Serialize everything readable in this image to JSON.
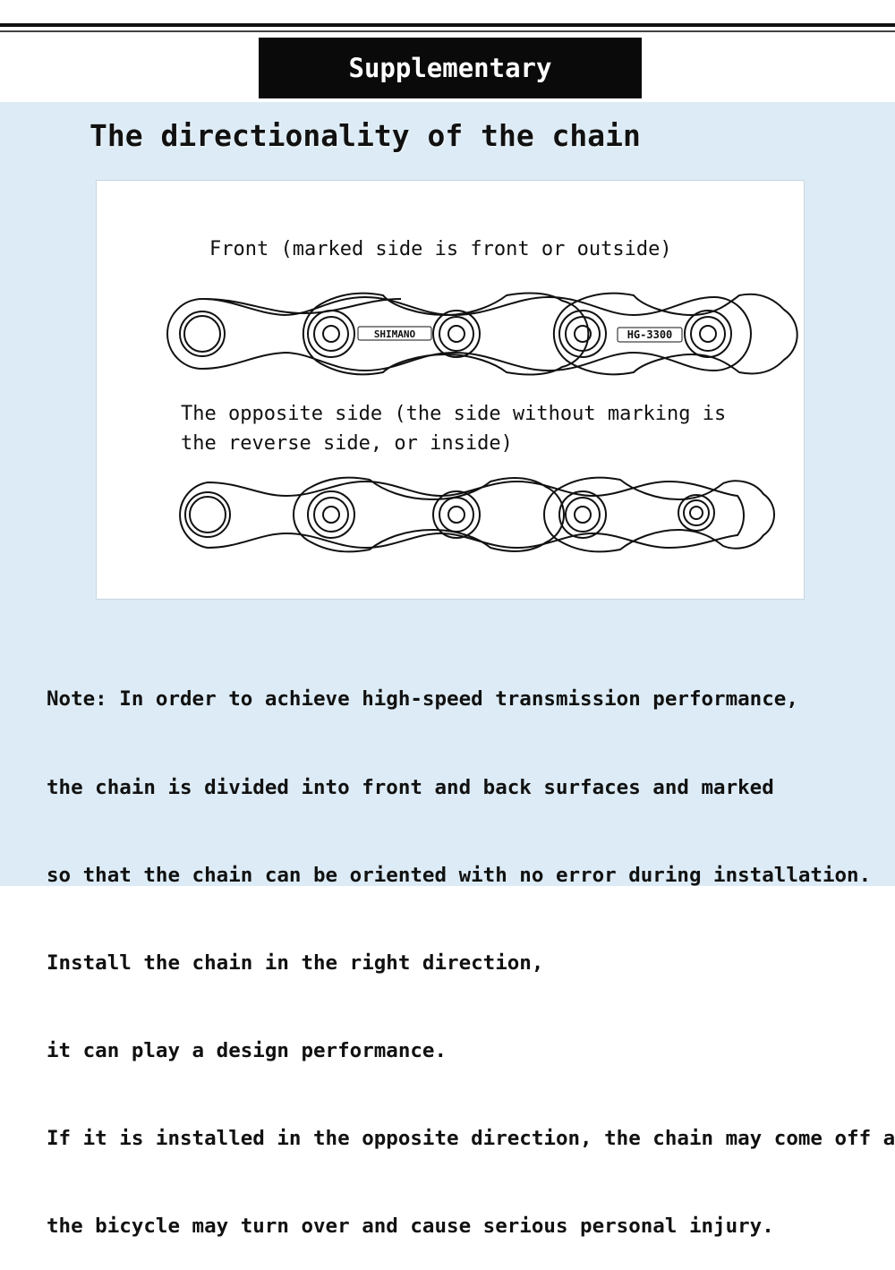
{
  "header": {
    "title": "Supplementary explanation"
  },
  "section": {
    "title": "The directionality of the chain"
  },
  "diagram": {
    "front_label": "Front (marked side is front or outside)",
    "opposite_label_line1": "The opposite side (the side without marking is",
    "opposite_label_line2": "the reverse side, or inside)",
    "marking_left": "SHIMANO",
    "marking_right": "HG-3300"
  },
  "note": {
    "lines": [
      "Note: In order to achieve high-speed transmission performance,",
      "the chain is divided into front and back surfaces and marked",
      "so that the chain can be oriented with no error during installation.",
      "Install the chain in the right direction,",
      "it can play a design performance.",
      "If it is installed in the opposite direction, the chain may come off and",
      "the bicycle may turn over and cause serious personal injury."
    ]
  }
}
